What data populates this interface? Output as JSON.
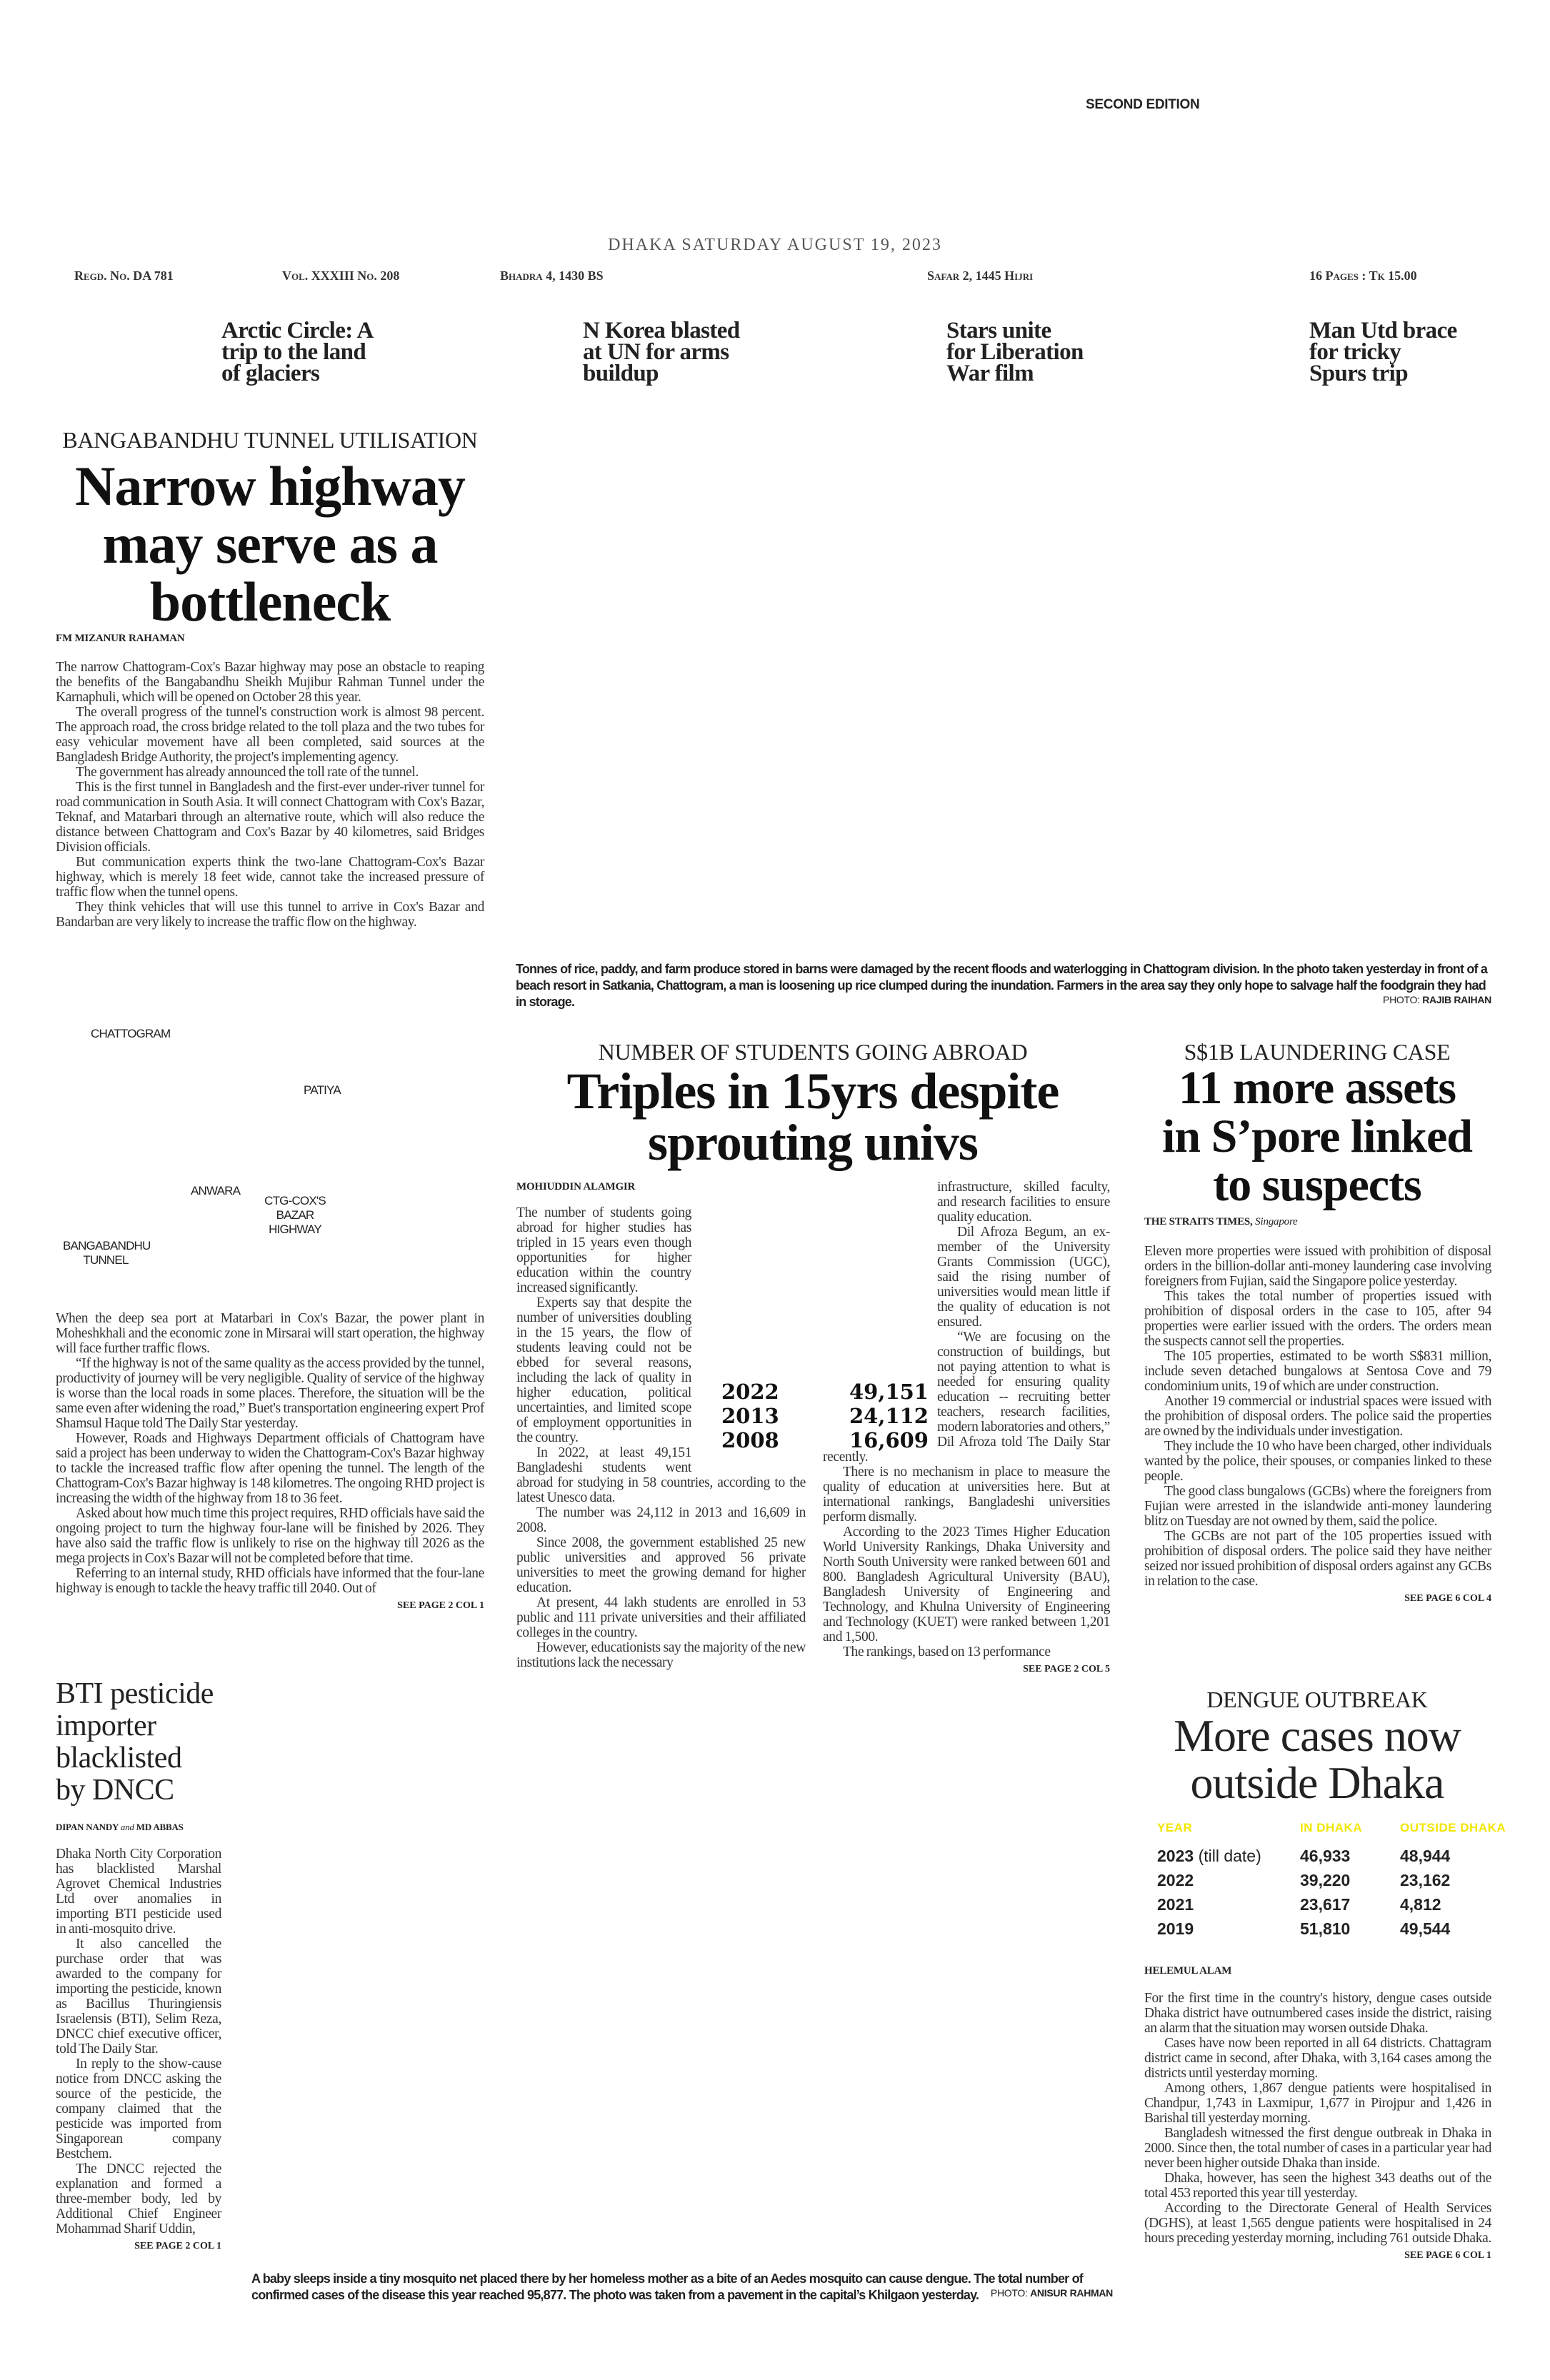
{
  "masthead": {
    "edition": "SECOND EDITION",
    "dateline": "DHAKA SATURDAY AUGUST 19, 2023",
    "regd": "Regd. No. DA 781",
    "volume": "Vol. XXXIII No. 208",
    "bangla_date": "Bhadra 4, 1430 BS",
    "hijri_date": "Safar 2, 1445 Hijri",
    "pages_price": "16 Pages : Tk 15.00"
  },
  "teasers": [
    {
      "line1": "Arctic Circle: A",
      "line2": "trip to the land",
      "line3": "of glaciers"
    },
    {
      "line1": "N Korea blasted",
      "line2": "at UN for arms",
      "line3": "buildup"
    },
    {
      "line1": "Stars unite",
      "line2": "for Liberation",
      "line3": "War film"
    },
    {
      "line1": "Man Utd brace",
      "line2": "for tricky",
      "line3": "Spurs trip"
    }
  ],
  "tunnel": {
    "kicker": "BANGABANDHU TUNNEL UTILISATION",
    "headline": [
      "Narrow highway",
      "may serve as a",
      "bottleneck"
    ],
    "byline": "FM MIZANUR RAHAMAN",
    "paragraphs": [
      "The narrow Chattogram-Cox's Bazar highway may pose an obstacle to reaping the benefits of the Bangabandhu Sheikh Mujibur Rahman Tunnel under the Karnaphuli, which will be opened on October 28 this year.",
      "The overall progress of the tunnel's construction work is almost 98 percent. The approach road, the cross bridge related to the toll plaza and the two tubes for easy vehicular movement have all been completed, said sources at the Bangladesh Bridge Authority, the project's implementing agency.",
      "The government has already announced the toll rate of the tunnel.",
      "This is the first tunnel in Bangladesh and the first-ever under-river tunnel for road communication in South Asia. It will connect Chattogram with Cox's Bazar, Teknaf, and Matarbari through an alternative route, which will also reduce the distance between Chattogram and Cox's Bazar by 40 kilometres, said Bridges Division officials.",
      "But communication experts think the two-lane Chattogram-Cox's Bazar highway, which is merely 18 feet wide, cannot take the increased pressure of traffic flow when the tunnel opens.",
      "They think vehicles that will use this tunnel to arrive in Cox's Bazar and Bandarban are very likely to increase the traffic flow on the highway."
    ],
    "map_labels": {
      "chattogram": "CHATTOGRAM",
      "patiya": "PATIYA",
      "anwara": "ANWARA",
      "highway": "CTG-COX'S BAZAR HIGHWAY",
      "tunnel": "BANGABANDHU TUNNEL"
    },
    "paragraphs2": [
      "When the deep sea port at Matarbari in Cox's Bazar, the power plant in Moheshkhali and the economic zone in Mirsarai will start operation, the highway will face further traffic flows.",
      "“If the highway is not of the same quality as the access provided by the tunnel, productivity of journey will be very negligible. Quality of service of the highway is worse than the local roads in some places. Therefore, the situation will be the same even after widening the road,” Buet's transportation engineering expert Prof Shamsul Haque told The Daily Star yesterday.",
      "However, Roads and Highways Department officials of Chattogram have said a project has been underway to widen the Chattogram-Cox's Bazar highway to tackle the increased traffic flow after opening the tunnel. The length of the Chattogram-Cox's Bazar highway is 148 kilometres. The ongoing RHD project is increasing the width of the highway from 18 to 36 feet.",
      "Asked about how much time this project requires, RHD officials have said the ongoing project to turn the highway four-lane will be finished by 2026. They have also said the traffic flow is unlikely to rise on the highway till 2026 as the mega projects in Cox's Bazar will not be completed before that time.",
      "Referring to an internal study, RHD officials have informed that the four-lane highway is enough to tackle the heavy traffic till 2040. Out of"
    ],
    "see_page": "SEE PAGE 2 COL 1"
  },
  "photo1": {
    "caption": "Tonnes of rice, paddy, and farm produce stored in barns were damaged by the recent floods and waterlogging in Chattogram division. In the photo taken yesterday in front of a beach resort in Satkania, Chattogram, a man is loosening up rice clumped during the inundation. Farmers in the area say they only hope to salvage half the foodgrain they had in storage.",
    "credit_label": "PHOTO:",
    "credit_name": "RAJIB RAIHAN"
  },
  "students": {
    "kicker": "NUMBER OF STUDENTS GOING ABROAD",
    "headline": [
      "Triples in 15yrs despite",
      "sprouting univs"
    ],
    "byline": "MOHIUDDIN ALAMGIR",
    "col1": [
      "The number of students going abroad for higher studies has tripled in 15 years even though opportunities for higher education within the country increased significantly.",
      "Experts say that despite the number of universities doubling in the 15 years, the flow of students leaving could not be ebbed for several reasons, including the lack of quality in higher education, political uncertainties, and limited scope of employment opportunities in the country.",
      "In 2022, at least 49,151 Bangladeshi students went abroad for studying in 58 countries, according to the latest Unesco data.",
      "The number was 24,112 in 2013 and 16,609 in 2008.",
      "Since 2008, the government established 25 new public universities and approved 56 private universities to meet the growing demand for higher education.",
      "At present, 44 lakh students are enrolled in 53 public and 111 private universities and their affiliated colleges in the country.",
      "However, educationists say the majority of the new institutions lack the necessary"
    ],
    "col2": [
      "infrastructure, skilled faculty, and research facilities to ensure quality education.",
      "Dil Afroza Begum, an ex-member of the University Grants Commission (UGC), said the rising number of universities would mean little if the quality of education is not ensured.",
      "“We are focusing on the construction of buildings, but not paying attention to what is needed for ensuring quality education -- recruiting better teachers, research facilities, modern laboratories and others,” Dil Afroza told The Daily Star recently.",
      "There is no mechanism in place to measure the quality of education at universities here. But at international rankings, Bangladeshi universities perform dismally.",
      "According to the 2023 Times Higher Education World University Rankings, Dhaka University and North South University were ranked between 601 and 800. Bangladesh Agricultural University (BAU), Bangladesh University of Engineering and Technology, and Khulna University of Engineering and Technology (KUET) were ranked between 1,201 and 1,500.",
      "The rankings, based on 13 performance"
    ],
    "stats": [
      {
        "year": "2022",
        "count": "49,151"
      },
      {
        "year": "2013",
        "count": "24,112"
      },
      {
        "year": "2008",
        "count": "16,609"
      }
    ],
    "see_page": "SEE PAGE 2 COL 5"
  },
  "laundering": {
    "kicker": "S$1B LAUNDERING CASE",
    "headline": [
      "11 more assets",
      "in S’pore linked",
      "to suspects"
    ],
    "byline": "THE STRAITS TIMES,",
    "byline_place": "Singapore",
    "paragraphs": [
      "Eleven more properties were issued with prohibition of disposal orders in the billion-dollar anti-money laundering case involving foreigners from Fujian, said the Singapore police yesterday.",
      "This takes the total number of properties issued with prohibition of disposal orders in the case to 105, after 94 properties were earlier issued with the orders. The orders mean the suspects cannot sell the properties.",
      "The 105 properties, estimated to be worth S$831 million, include seven detached bungalows at Sentosa Cove and 79 condominium units, 19 of which are under construction.",
      "Another 19 commercial or industrial spaces were issued with the prohibition of disposal orders. The police said the properties are owned by the individuals under investigation.",
      "They include the 10 who have been charged, other individuals wanted by the police, their spouses, or companies linked to these people.",
      "The good class bungalows (GCBs) where the foreigners from Fujian were arrested in the islandwide anti-money laundering blitz on Tuesday are not owned by them, said the police.",
      "The GCBs are not part of the 105 properties issued with prohibition of disposal orders. The police said they have neither seized nor issued prohibition of disposal orders against any GCBs in relation to the case."
    ],
    "see_page": "SEE PAGE 6 COL 4"
  },
  "bti": {
    "headline": [
      "BTI pesticide",
      "importer",
      "blacklisted",
      "by DNCC"
    ],
    "byline1": "DIPAN NANDY",
    "byline_and": "and",
    "byline2": "MD ABBAS",
    "paragraphs": [
      "Dhaka North City Corporation has blacklisted Marshal Agrovet Chemical Industries Ltd over anomalies in importing BTI pesticide used in anti-mosquito drive.",
      "It also cancelled the purchase order that was awarded to the company for importing the pesticide, known as Bacillus Thuringiensis Israelensis (BTI), Selim Reza, DNCC chief executive officer, told The Daily Star.",
      "In reply to the show-cause notice from DNCC asking the source of the pesticide, the company claimed that the pesticide was imported from Singaporean company Bestchem.",
      "The DNCC rejected the explanation and formed a three-member body, led by Additional Chief Engineer Mohammad Sharif Uddin,"
    ],
    "see_page": "SEE PAGE 2 COL 1"
  },
  "photo2": {
    "caption": "A baby sleeps inside a tiny mosquito net placed there by her homeless mother as a bite of an Aedes mosquito can cause dengue. The total number of confirmed cases of the disease this year reached 95,877. The photo was taken from a pavement in the capital’s Khilgaon yesterday.",
    "credit_label": "PHOTO:",
    "credit_name": "ANISUR RAHMAN"
  },
  "dengue": {
    "kicker": "DENGUE OUTBREAK",
    "headline": [
      "More cases now",
      "outside Dhaka"
    ],
    "table": {
      "headers": [
        "YEAR",
        "IN DHAKA",
        "OUTSIDE DHAKA"
      ],
      "rows": [
        {
          "year": "2023",
          "note": "(till date)",
          "in_dhaka": "46,933",
          "outside": "48,944"
        },
        {
          "year": "2022",
          "note": "",
          "in_dhaka": "39,220",
          "outside": "23,162"
        },
        {
          "year": "2021",
          "note": "",
          "in_dhaka": "23,617",
          "outside": "4,812"
        },
        {
          "year": "2019",
          "note": "",
          "in_dhaka": "51,810",
          "outside": "49,544"
        }
      ]
    },
    "byline": "HELEMUL ALAM",
    "paragraphs": [
      "For the first time in the country's history, dengue cases outside Dhaka district have outnumbered cases inside the district, raising an alarm that the situation may worsen outside Dhaka.",
      "Cases have now been reported in all 64 districts. Chattagram district came in second, after Dhaka, with 3,164 cases among the districts until yesterday morning.",
      "Among others, 1,867 dengue patients were hospitalised in Chandpur, 1,743 in Laxmipur, 1,677 in Pirojpur and 1,426 in Barishal till yesterday morning.",
      "Bangladesh witnessed the first dengue outbreak in Dhaka in 2000. Since then, the total number of cases in a particular year had never been higher outside Dhaka than inside.",
      "Dhaka, however, has seen the highest 343 deaths out of the total 453 reported this year till yesterday.",
      "According to the Directorate General of Health Services (DGHS), at least 1,565 dengue patients were hospitalised in 24 hours preceding yesterday morning, including 761 outside Dhaka."
    ],
    "see_page": "SEE PAGE 6 COL 1"
  }
}
